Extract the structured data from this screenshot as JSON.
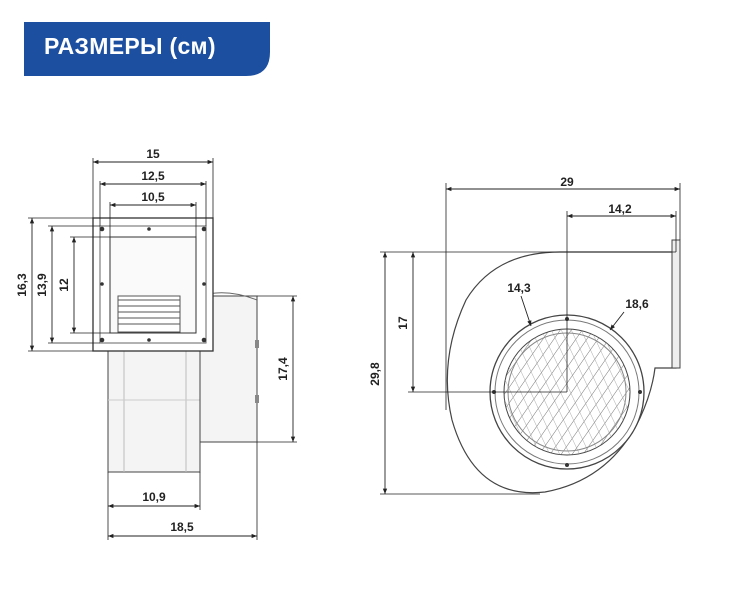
{
  "header": {
    "title": "РАЗМЕРЫ (см)",
    "color": "#1c4fa0"
  },
  "front_view": {
    "width_overall": "15",
    "width_frame": "12,5",
    "width_opening": "10,5",
    "height_overall": "16,3",
    "height_frame": "13,9",
    "height_opening": "12",
    "height_body": "17,4",
    "width_body": "10,9",
    "width_total": "18,5"
  },
  "side_view": {
    "width_overall": "29",
    "width_to_axis": "14,2",
    "height_overall": "29,8",
    "height_to_axis": "17",
    "diameter_inner": "14,3",
    "diameter_outer": "18,6"
  }
}
